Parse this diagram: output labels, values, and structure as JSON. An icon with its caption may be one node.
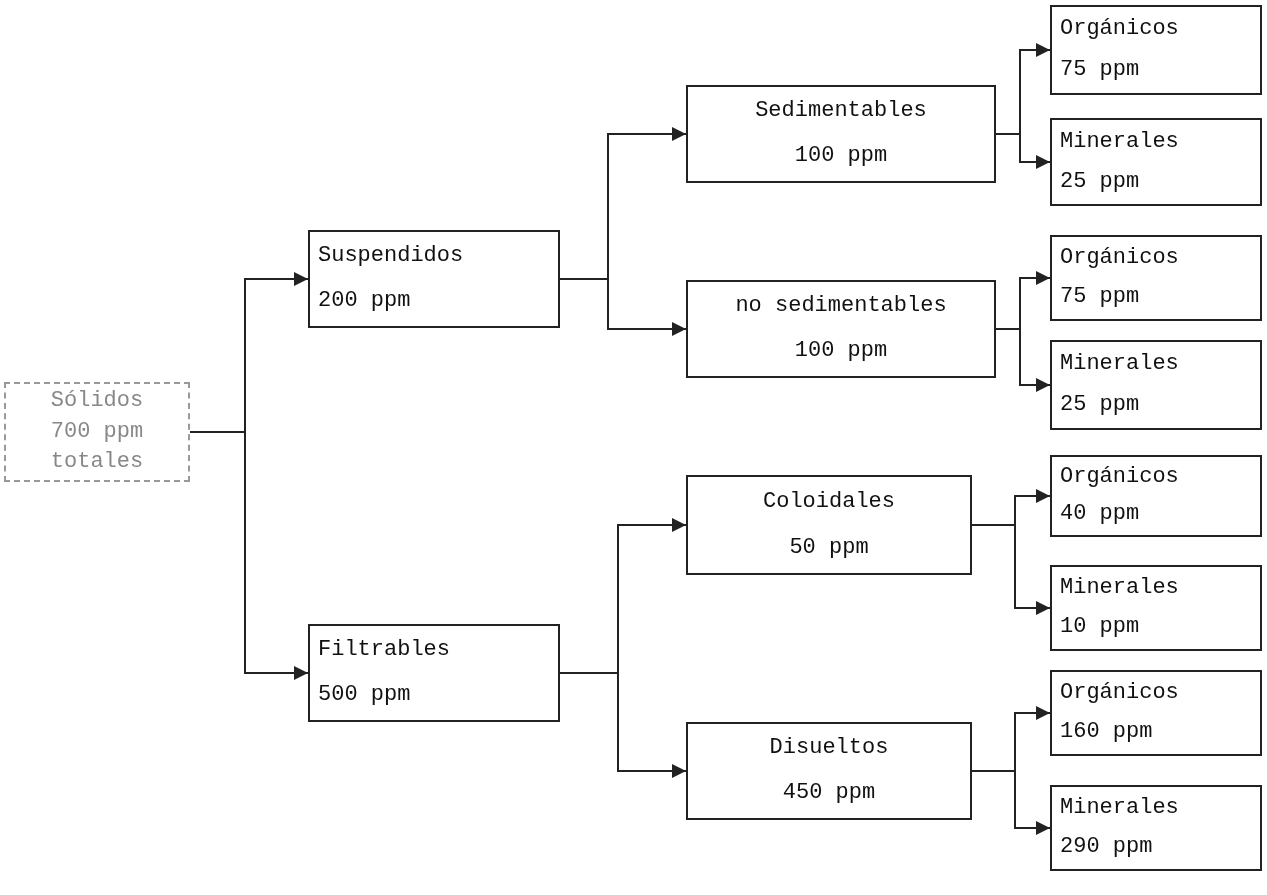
{
  "diagram": {
    "nodes": [
      {
        "text": [
          "Sólidos",
          "700 ppm",
          "totales"
        ]
      },
      {
        "text": [
          "Suspendidos",
          "200 ppm"
        ]
      },
      {
        "text": [
          "Sedimentables",
          "100 ppm"
        ]
      },
      {
        "text": [
          "Orgánicos",
          "75 ppm"
        ]
      },
      {
        "text": [
          "Minerales",
          "25 ppm"
        ]
      },
      {
        "text": [
          "no sedimentables",
          "100 ppm"
        ]
      },
      {
        "text": [
          "Orgánicos",
          "75 ppm"
        ]
      },
      {
        "text": [
          "Minerales",
          "25 ppm"
        ]
      },
      {
        "text": [
          "Filtrables",
          "500 ppm"
        ]
      },
      {
        "text": [
          "Coloidales",
          "50 ppm"
        ]
      },
      {
        "text": [
          "Orgánicos",
          "40 ppm"
        ]
      },
      {
        "text": [
          "Minerales",
          "10 ppm"
        ]
      },
      {
        "text": [
          "Disueltos",
          "450 ppm"
        ]
      },
      {
        "text": [
          "Orgánicos",
          "160 ppm"
        ]
      },
      {
        "text": [
          "Minerales",
          "290 ppm"
        ]
      }
    ],
    "edges": [
      {
        "from": 0,
        "to": 1,
        "arrow": "to"
      },
      {
        "from": 0,
        "to": 8,
        "arrow": "to"
      },
      {
        "from": 1,
        "to": 2,
        "arrow": "to"
      },
      {
        "from": 1,
        "to": 5,
        "arrow": "to"
      },
      {
        "from": 2,
        "to": 3,
        "arrow": "to"
      },
      {
        "from": 2,
        "to": 4,
        "arrow": "to"
      },
      {
        "from": 5,
        "to": 6,
        "arrow": "to"
      },
      {
        "from": 5,
        "to": 7,
        "arrow": "to"
      },
      {
        "from": 8,
        "to": 9,
        "arrow": "to"
      },
      {
        "from": 8,
        "to": 12,
        "arrow": "to"
      },
      {
        "from": 9,
        "to": 10,
        "arrow": "to"
      },
      {
        "from": 9,
        "to": 11,
        "arrow": "to"
      },
      {
        "from": 12,
        "to": 13,
        "arrow": "to"
      },
      {
        "from": 12,
        "to": 14,
        "arrow": "to"
      }
    ]
  }
}
